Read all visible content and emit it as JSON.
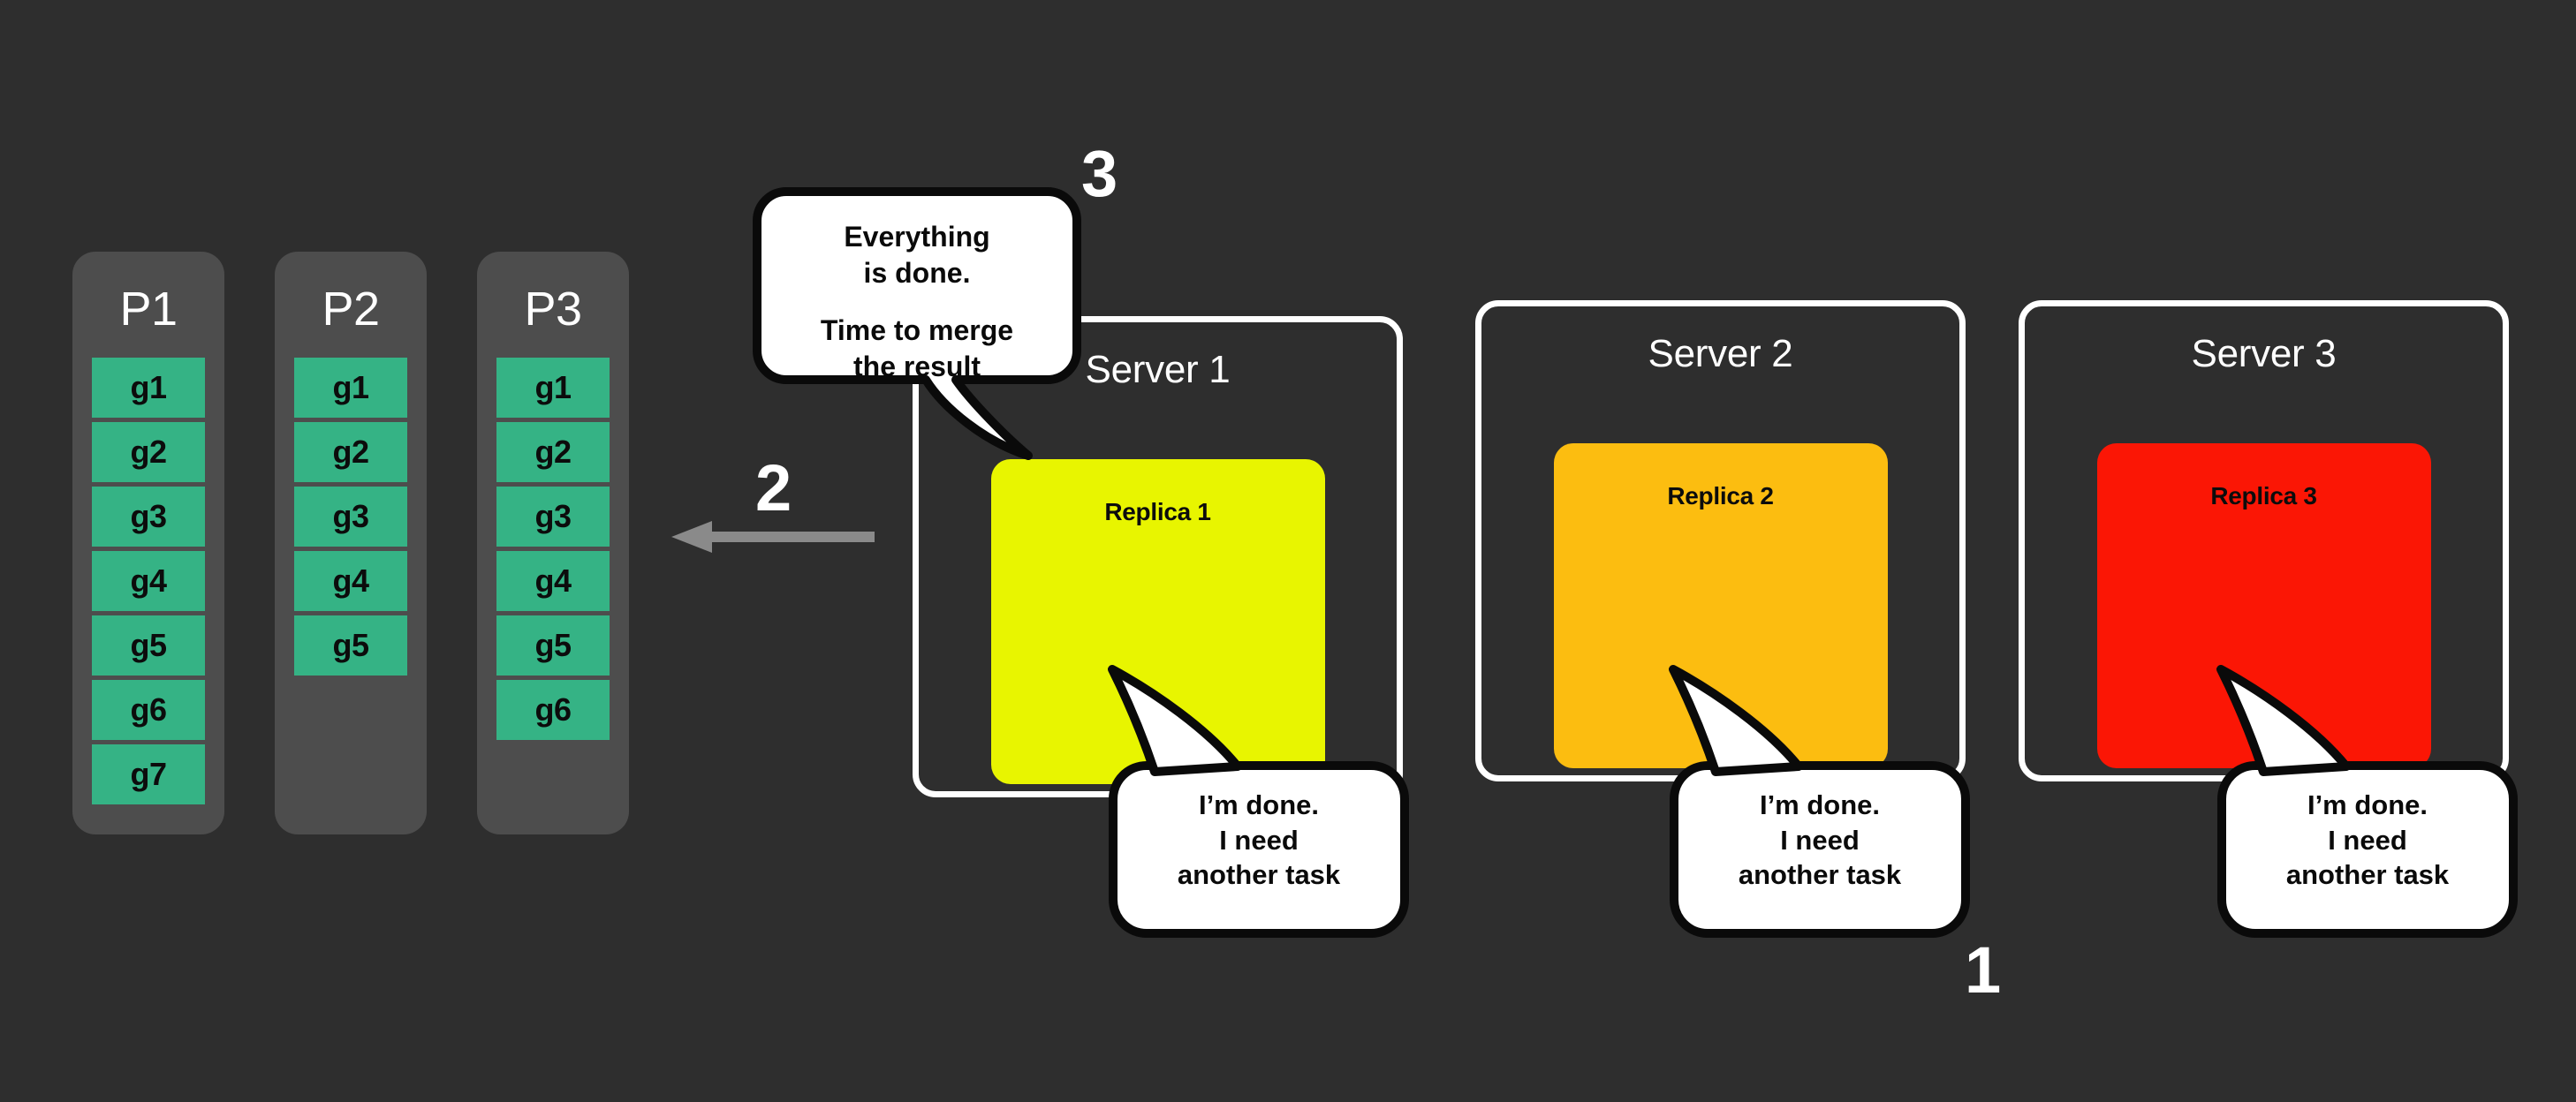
{
  "canvas": {
    "background": "#2e2e2e",
    "column_bg": "#4d4d4d",
    "group_color": "#35b385",
    "arrow_color": "#8a8a8a",
    "bubble_fill": "#ffffff",
    "bubble_stroke": "#0a0a0a"
  },
  "partitions": [
    {
      "title": "P1",
      "groups": [
        "g1",
        "g2",
        "g3",
        "g4",
        "g5",
        "g6",
        "g7"
      ]
    },
    {
      "title": "P2",
      "groups": [
        "g1",
        "g2",
        "g3",
        "g4",
        "g5"
      ]
    },
    {
      "title": "P3",
      "groups": [
        "g1",
        "g2",
        "g3",
        "g4",
        "g5",
        "g6"
      ]
    }
  ],
  "servers": [
    {
      "title": "Server 1",
      "replica": "Replica 1",
      "replica_color": "#e8f500"
    },
    {
      "title": "Server 2",
      "replica": "Replica 2",
      "replica_color": "#fcbd10"
    },
    {
      "title": "Server 3",
      "replica": "Replica 3",
      "replica_color": "#fb1605"
    }
  ],
  "bubbles": {
    "merge": {
      "line1": "Everything\nis done.",
      "line2": "Time to merge\nthe result"
    },
    "done": "I’m done.\nI need\nanother task"
  },
  "steps": {
    "one": "1",
    "two": "2",
    "three": "3"
  }
}
